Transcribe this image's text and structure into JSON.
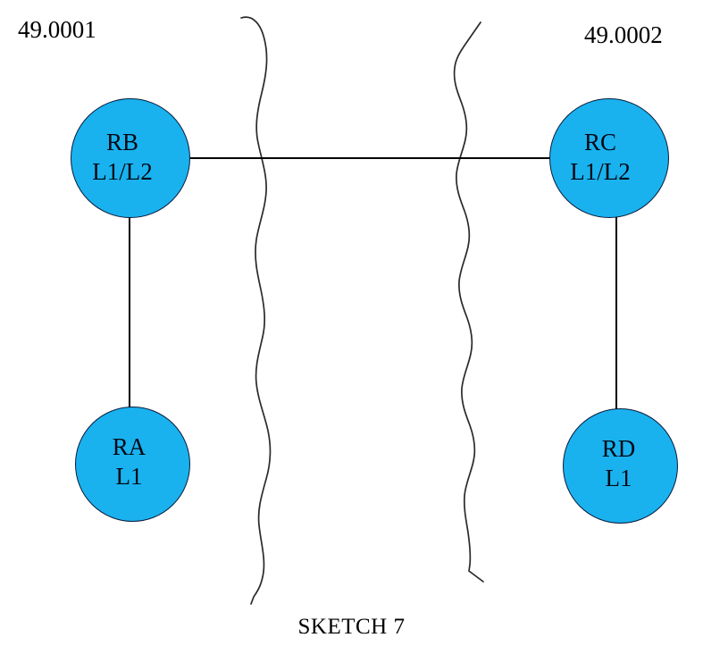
{
  "diagram": {
    "caption": "SKETCH 7",
    "colors": {
      "node_fill": "#19B2EF",
      "node_stroke": "#0b1b3a",
      "line": "#000000",
      "boundary_line": "#2a2a2a",
      "background": "#ffffff",
      "text": "#000000"
    },
    "area_labels": [
      {
        "name": "area-left",
        "text": "49.0001"
      },
      {
        "name": "area-right",
        "text": "49.0002"
      }
    ],
    "nodes": [
      {
        "id": "rb",
        "name": "RB",
        "levels": "L1/L2"
      },
      {
        "id": "rc",
        "name": "RC",
        "levels": "L1/L2"
      },
      {
        "id": "ra",
        "name": "RA",
        "levels": "L1"
      },
      {
        "id": "rd",
        "name": "RD",
        "levels": "L1"
      }
    ],
    "links": [
      {
        "name": "link-rb-rc",
        "from": "RB",
        "to": "RC",
        "orientation": "horizontal"
      },
      {
        "name": "link-rb-ra",
        "from": "RB",
        "to": "RA",
        "orientation": "vertical"
      },
      {
        "name": "link-rc-rd",
        "from": "RC",
        "to": "RD",
        "orientation": "vertical"
      }
    ],
    "boundaries": [
      {
        "name": "area-boundary-left",
        "style": "hand-drawn-wavy-vertical"
      },
      {
        "name": "area-boundary-right",
        "style": "hand-drawn-wavy-vertical"
      }
    ]
  }
}
